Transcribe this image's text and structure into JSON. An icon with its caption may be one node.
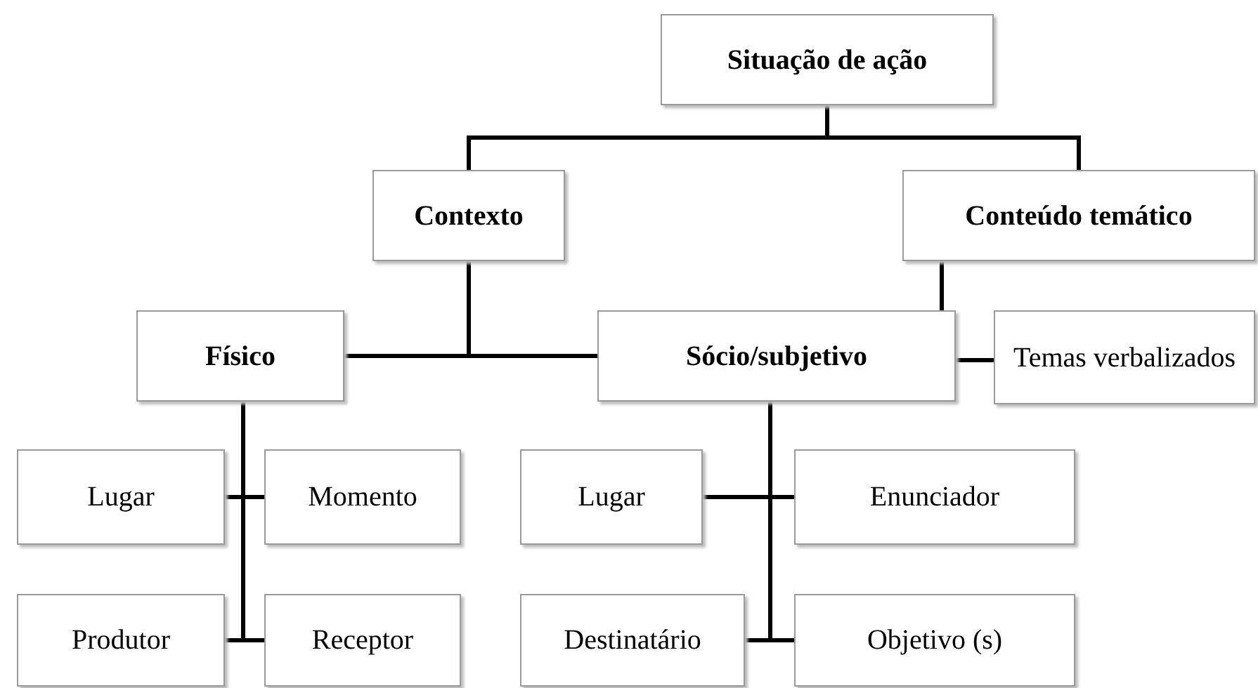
{
  "diagram": {
    "nodes": [
      {
        "text": [
          "Situação de ação"
        ]
      },
      {
        "text": [
          "Contexto"
        ]
      },
      {
        "text": [
          "Conteúdo temático"
        ]
      },
      {
        "text": [
          "Físico"
        ]
      },
      {
        "text": [
          "Sócio/subjetivo"
        ]
      },
      {
        "text": [
          "Temas verbalizados"
        ]
      },
      {
        "text": [
          "Lugar"
        ]
      },
      {
        "text": [
          "Momento"
        ]
      },
      {
        "text": [
          "Lugar"
        ]
      },
      {
        "text": [
          "Enunciador"
        ]
      },
      {
        "text": [
          "Produtor"
        ]
      },
      {
        "text": [
          "Receptor"
        ]
      },
      {
        "text": [
          "Destinatário"
        ]
      },
      {
        "text": [
          "Objetivo (s)"
        ]
      }
    ],
    "edges": [
      {
        "from": 0,
        "to": 1,
        "arrow": "none"
      },
      {
        "from": 0,
        "to": 2,
        "arrow": "none"
      },
      {
        "from": 1,
        "to": 3,
        "arrow": "none"
      },
      {
        "from": 1,
        "to": 4,
        "arrow": "none"
      },
      {
        "from": 2,
        "to": 4,
        "arrow": "none"
      },
      {
        "from": 4,
        "to": 5,
        "arrow": "none"
      },
      {
        "from": 3,
        "to": 6,
        "arrow": "none"
      },
      {
        "from": 3,
        "to": 7,
        "arrow": "none"
      },
      {
        "from": 3,
        "to": 10,
        "arrow": "none"
      },
      {
        "from": 3,
        "to": 11,
        "arrow": "none"
      },
      {
        "from": 4,
        "to": 8,
        "arrow": "none"
      },
      {
        "from": 4,
        "to": 9,
        "arrow": "none"
      },
      {
        "from": 4,
        "to": 12,
        "arrow": "none"
      },
      {
        "from": 4,
        "to": 13,
        "arrow": "none"
      }
    ]
  }
}
